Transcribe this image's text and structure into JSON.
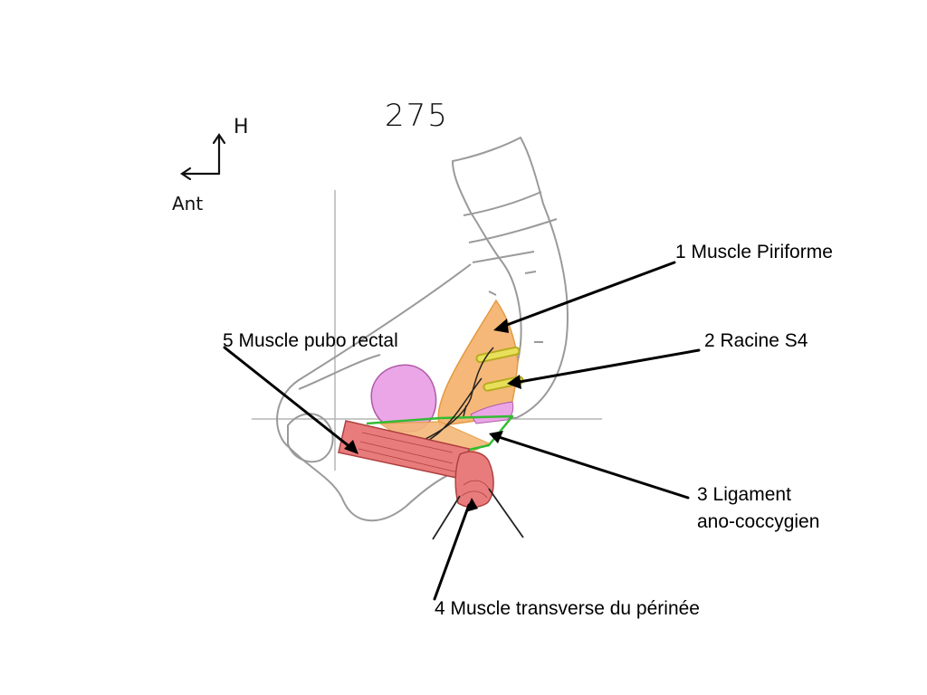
{
  "figure_number": "275",
  "axes": {
    "vertical": "H",
    "horizontal": "Ant"
  },
  "colors": {
    "piriform": "#f5b878",
    "pubo_rectal": "#e87c7c",
    "pink_mass": "#eaa6e6",
    "ligament": "#33bb33",
    "nerve": "#e8e05a",
    "bone_outline": "#9a9a9a"
  },
  "labels": {
    "l1": "1 Muscle Piriforme",
    "l2": "2 Racine S4",
    "l3a": "3 Ligament",
    "l3b": "ano-coccygien",
    "l4": "4 Muscle transverse du périnée",
    "l5": "5 Muscle pubo rectal"
  }
}
